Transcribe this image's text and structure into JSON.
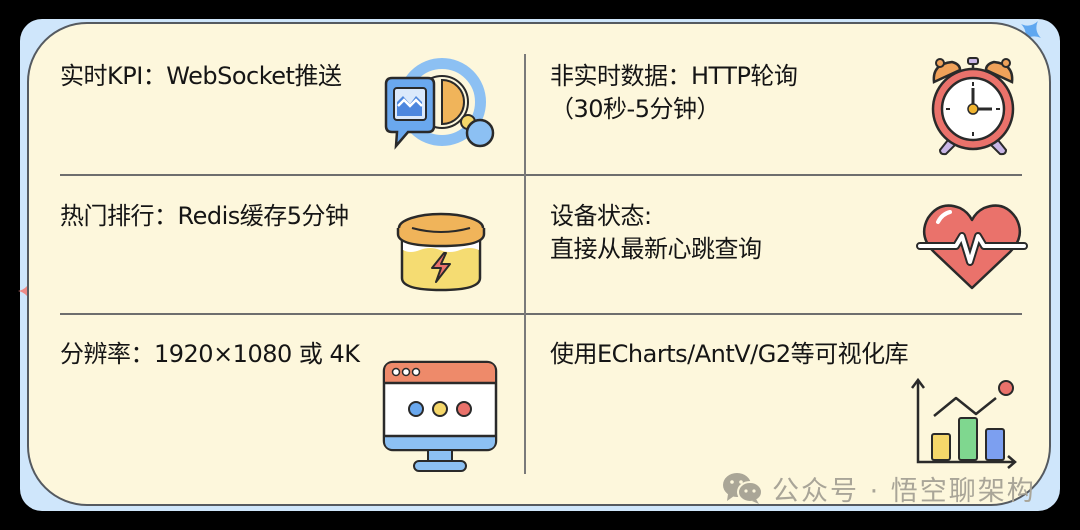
{
  "cells": [
    {
      "id": "realtime-kpi",
      "lines": [
        "实时KPI：WebSocket推送"
      ],
      "icon": "websocket-chat-icon"
    },
    {
      "id": "non-realtime-data",
      "lines": [
        "非实时数据：HTTP轮询",
        "（30秒-5分钟）"
      ],
      "icon": "alarm-clock-icon"
    },
    {
      "id": "hot-ranking",
      "lines": [
        "热门排行：Redis缓存5分钟"
      ],
      "icon": "cache-jar-icon"
    },
    {
      "id": "device-status",
      "lines": [
        "设备状态:",
        "直接从最新心跳查询"
      ],
      "icon": "heartbeat-icon"
    },
    {
      "id": "resolution",
      "lines": [
        "分辨率：1920×1080 或 4K"
      ],
      "icon": "monitor-icon"
    },
    {
      "id": "visualization-library",
      "lines": [
        "使用ECharts/AntV/G2等可视化库"
      ],
      "icon": "bar-line-chart-icon"
    }
  ],
  "watermark": {
    "icon": "wechat-icon",
    "text": "公众号 · 悟空聊架构"
  },
  "colors": {
    "background": "#000000",
    "frame": "#cfe6fb",
    "card": "#fdf7dc",
    "border": "#555a60",
    "divider": "#6e6e6e",
    "text": "#151515",
    "accent_blue": "#6aa8ee",
    "accent_orange": "#f0b45a",
    "accent_red": "#ea726b",
    "accent_yellow": "#f5d76a",
    "accent_green": "#7fd78f"
  }
}
